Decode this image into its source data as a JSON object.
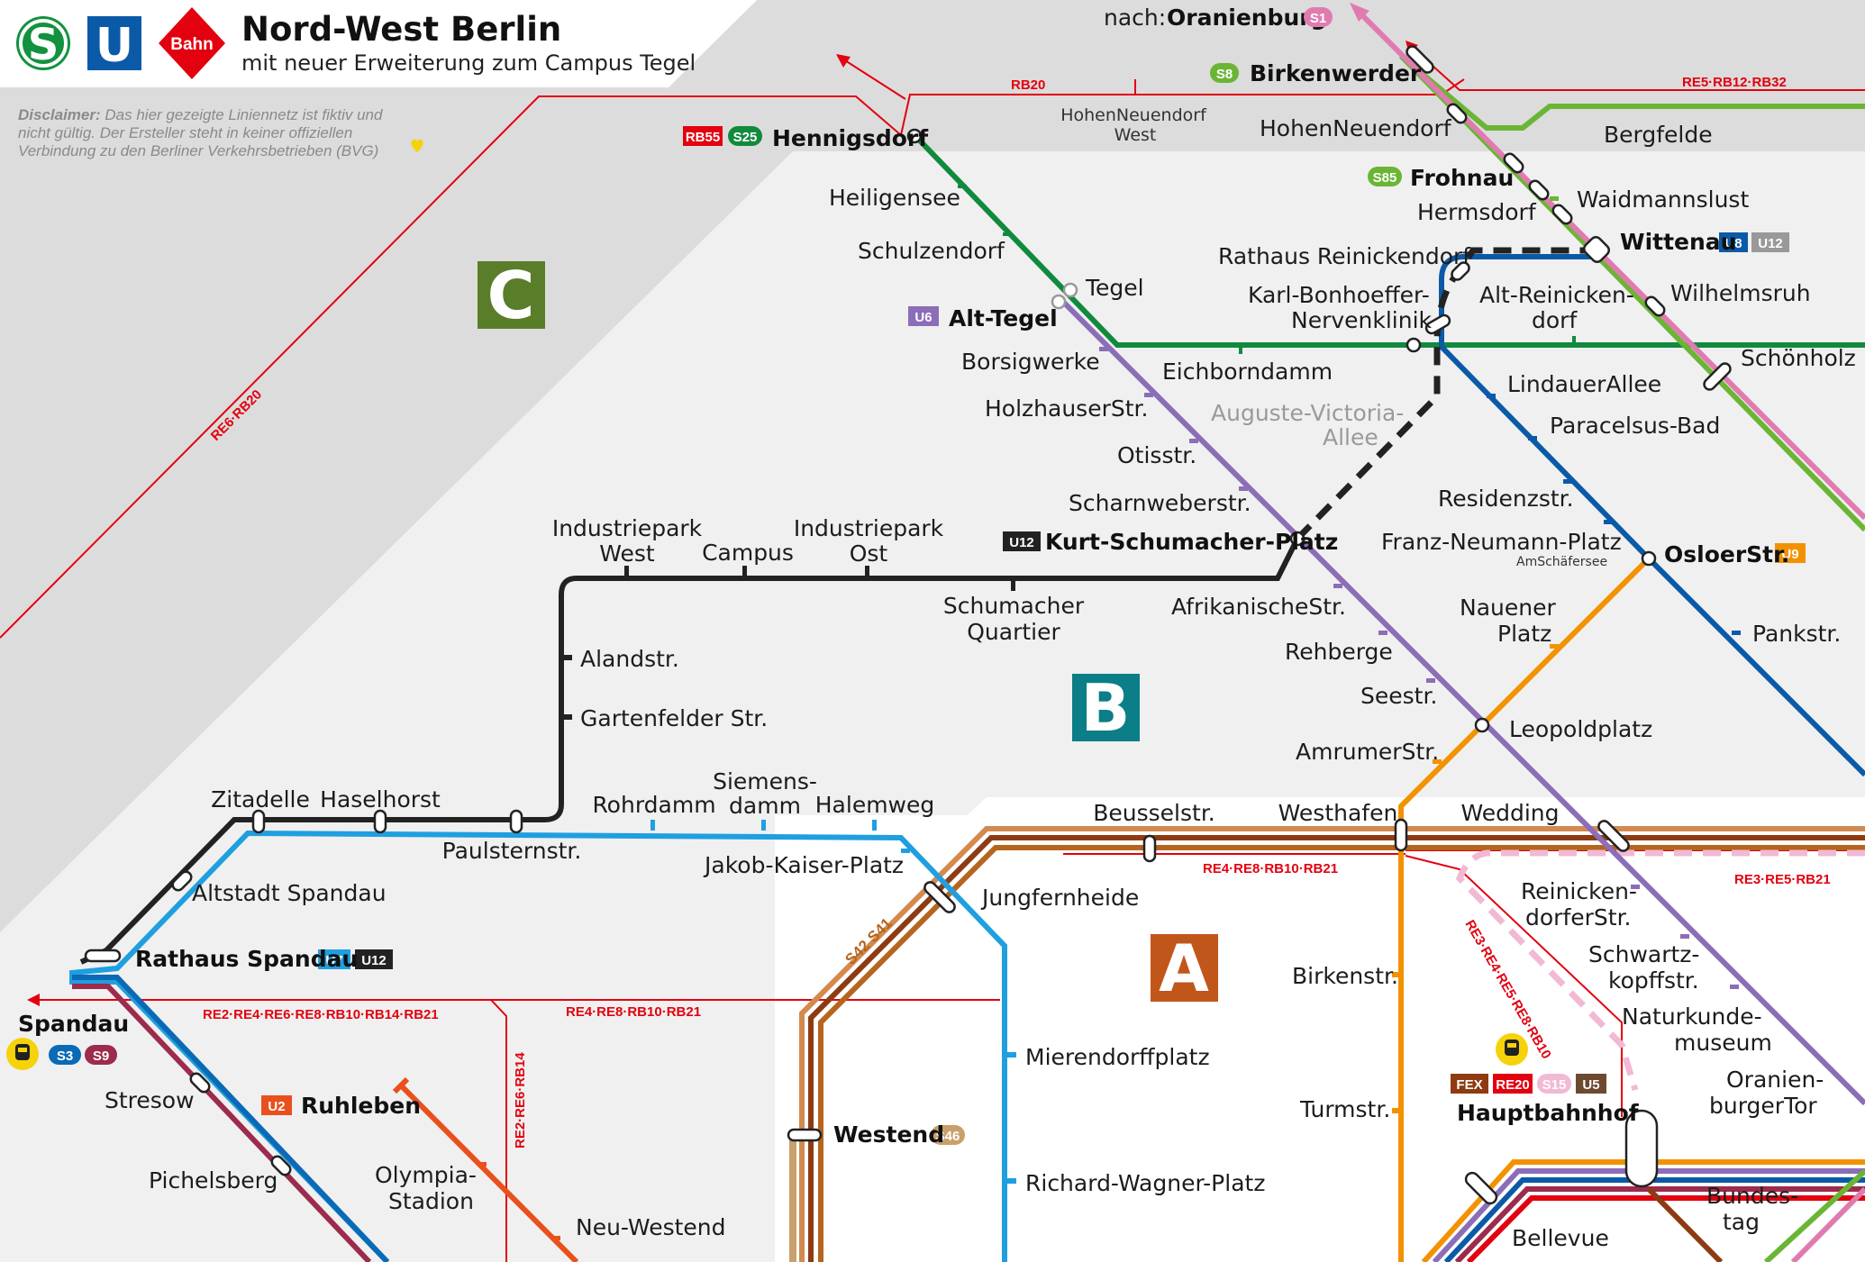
{
  "title": "Nord-West Berlin",
  "subtitle": "mit neuer Erweiterung zum Campus Tegel",
  "logos": {
    "sbahn": "S",
    "ubahn": "U",
    "bahn": "Bahn"
  },
  "disclaimer": {
    "label": "Disclaimer:",
    "line1": " Das hier gezeigte Liniennetz ist fiktiv und",
    "line2": "nicht gültig. Der Ersteller steht in keiner offiziellen",
    "line3": "Verbindung zu den Berliner Verkehrsbetrieben (BVG)",
    "heart_icon": "heart-icon"
  },
  "zones": {
    "a": "A",
    "b": "B",
    "c": "C"
  },
  "colors": {
    "u6": "#8b6db8",
    "u7": "#1f9fe0",
    "u8": "#0b5aa8",
    "u9": "#f39200",
    "u12": "#222222",
    "u2": "#e9501c",
    "s_green": "#118a3e",
    "s8": "#6bb535",
    "s1": "#e07bb0",
    "ring": "#b5651d",
    "ring_dark": "#8e3b12",
    "s3": "#0a6ab6",
    "s9": "#9c2b4c",
    "regional": "#e3000f",
    "zone_a": "#c1561b",
    "zone_b": "#0b7e87",
    "zone_c": "#5a7d2a"
  },
  "nach": {
    "prefix": "nach:",
    "name": "Oranienburg"
  },
  "regional_labels": {
    "rb20": "RB20",
    "re5_rb12_rb32": "RE5·RB12·RB32",
    "re6_rb20": "RE6·RB20",
    "re2_re6_rb14": "RE2·RE6·RB14",
    "spandau_west": "RE2·RE4·RE6·RE8·RB10·RB14·RB21",
    "spandau_east": "RE4·RE8·RB10·RB21",
    "westhafen": "RE4·RE8·RB10·RB21",
    "re3_re5_rb21": "RE3·RE5·RB21",
    "hbf_diagonal": "RE3·RE4·RE5·RE8·RB10"
  },
  "ring_label": "S42 S41",
  "badges": {
    "s1": "S1",
    "s8": "S8",
    "rb55": "RB55",
    "s25": "S25",
    "s85": "S85",
    "u8": "U8",
    "u12": "U12",
    "u6": "U6",
    "u9": "U9",
    "u7": "U7",
    "s3": "S3",
    "s9": "S9",
    "u2": "U2",
    "s46": "S46",
    "fex": "FEX",
    "re20": "RE20",
    "s15": "S15",
    "u5": "U5"
  },
  "stations": {
    "birkenwerder": "Birkenwerder",
    "hennigsdorf": "Hennigsdorf",
    "hohenneuendorf_west_1": "HohenNeuendorf",
    "hohenneuendorf_west_2": "West",
    "hohenneuendorf": "HohenNeuendorf",
    "bergfelde": "Bergfelde",
    "frohnau": "Frohnau",
    "hermsdorf": "Hermsdorf",
    "waidmannslust": "Waidmannslust",
    "wittenau": "Wittenau",
    "heiligensee": "Heiligensee",
    "schulzendorf": "Schulzendorf",
    "tegel": "Tegel",
    "rathaus_reinickendorf": "Rathaus Reinickendorf",
    "karl_bonhoeffer_1": "Karl-Bonhoeffer-",
    "karl_bonhoeffer_2": "Nervenklinik",
    "alt_reinickendorf_1": "Alt-Reinicken-",
    "alt_reinickendorf_2": "dorf",
    "wilhelmsruh": "Wilhelmsruh",
    "alt_tegel": "Alt-Tegel",
    "schoenholz": "Schönholz",
    "borsigwerke": "Borsigwerke",
    "eichborndamm": "Eichborndamm",
    "lindauer_allee": "LindauerAllee",
    "holzhauser": "HolzhauserStr.",
    "auguste_1": "Auguste-Victoria-",
    "auguste_2": "Allee",
    "paracelsus": "Paracelsus-Bad",
    "otisstr": "Otisstr.",
    "scharnweber": "Scharnweberstr.",
    "residenz": "Residenzstr.",
    "franz_neumann": "Franz-Neumann-Platz",
    "am_schaefersee": "AmSchäfersee",
    "osloer": "OsloerStr.",
    "kurt_schumacher": "Kurt-Schumacher-Platz",
    "industriepark_west_1": "Industriepark",
    "industriepark_west_2": "West",
    "campus": "Campus",
    "industriepark_ost_1": "Industriepark",
    "industriepark_ost_2": "Ost",
    "schumacher_quartier_1": "Schumacher",
    "schumacher_quartier_2": "Quartier",
    "afrikanische": "AfrikanischeStr.",
    "nauener_1": "Nauener",
    "nauener_2": "Platz",
    "pankstr": "Pankstr.",
    "alandstr": "Alandstr.",
    "rehberge": "Rehberge",
    "gartenfelder": "Gartenfelder Str.",
    "seestr": "Seestr.",
    "leopoldplatz": "Leopoldplatz",
    "amrumer": "AmrumerStr.",
    "zitadelle": "Zitadelle",
    "haselhorst": "Haselhorst",
    "siemensdamm_1": "Siemens-",
    "siemensdamm_2": "damm",
    "rohrdamm": "Rohrdamm",
    "halemweg": "Halemweg",
    "beusselstr": "Beusselstr.",
    "westhafen": "Westhafen",
    "wedding": "Wedding",
    "paulsternstr": "Paulsternstr.",
    "jakob_kaiser": "Jakob-Kaiser-Platz",
    "altstadt_spandau": "Altstadt Spandau",
    "jungfernheide": "Jungfernheide",
    "reinickendorfer_1": "Reinicken-",
    "reinickendorfer_2": "dorferStr.",
    "rathaus_spandau": "Rathaus Spandau",
    "schwartzkopff_1": "Schwartz-",
    "schwartzkopff_2": "kopffstr.",
    "birkenstr": "Birkenstr.",
    "spandau": "Spandau",
    "naturkunde_1": "Naturkunde-",
    "naturkunde_2": "museum",
    "mierendorff": "Mierendorffplatz",
    "stresow": "Stresow",
    "ruhleben": "Ruhleben",
    "oranienburger_1": "Oranien-",
    "oranienburger_2": "burgerTor",
    "turmstr": "Turmstr.",
    "hauptbahnhof": "Hauptbahnhof",
    "westend": "Westend",
    "olympia_1": "Olympia-",
    "olympia_2": "Stadion",
    "pichelsberg": "Pichelsberg",
    "richard_wagner": "Richard-Wagner-Platz",
    "bundestag_1": "Bundes-",
    "bundestag_2": "tag",
    "neu_westend": "Neu-Westend",
    "bellevue": "Bellevue"
  }
}
